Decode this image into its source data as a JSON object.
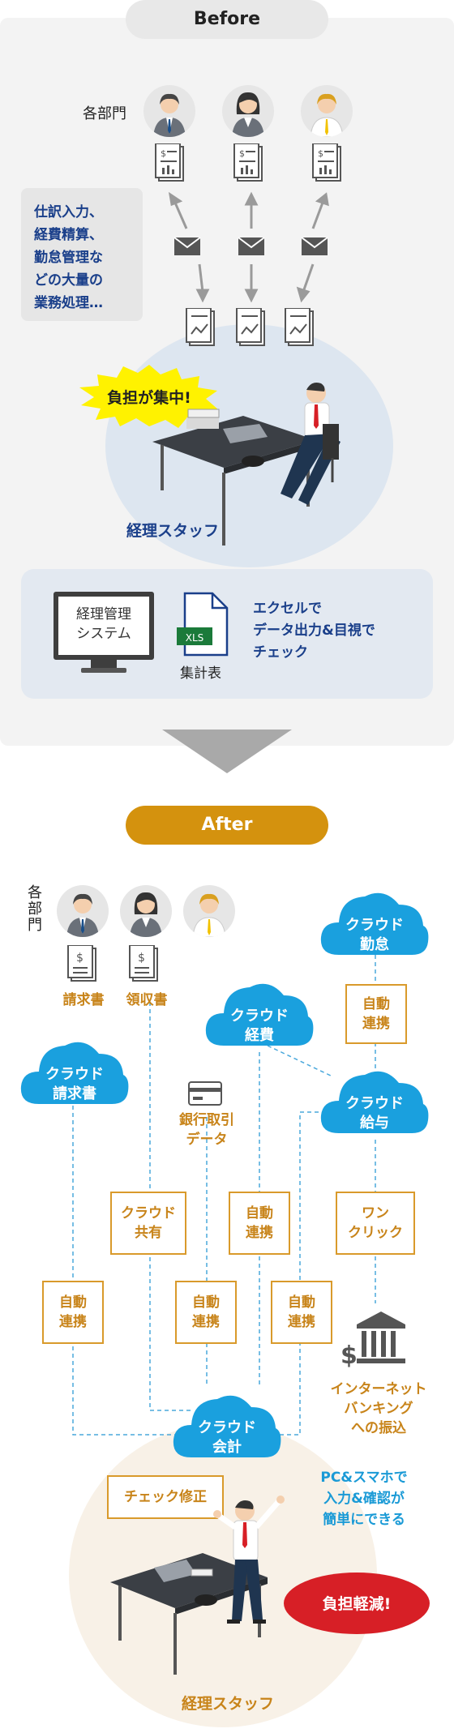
{
  "before": {
    "pill_label": "Before",
    "dept_label": "各部門",
    "task_note": "仕訳入力、\n経費精算、\n勤怠管理な\nどの大量の\n業務処理…",
    "burden_label": "負担が集中!",
    "staff_label": "経理スタッフ",
    "system_label": "経理管理\nシステム",
    "xls_badge": "XLS",
    "summary_label": "集計表",
    "excel_note": "エクセルで\nデータ出力&目視で\nチェック"
  },
  "after": {
    "pill_label": "After",
    "dept_label": "各\n部\n門",
    "invoice_label": "請求書",
    "receipt_label": "領収書",
    "bank_data_label": "銀行取引\nデータ",
    "clouds": {
      "attendance": "クラウド\n勤怠",
      "expense": "クラウド\n経費",
      "invoice": "クラウド\n請求書",
      "payroll": "クラウド\n給与",
      "accounting": "クラウド\n会計"
    },
    "boxes": {
      "auto_attendance": "自動\n連携",
      "cloud_share": "クラウド\n共有",
      "auto_expense": "自動\n連携",
      "one_click": "ワン\nクリック",
      "auto_invoice": "自動\n連携",
      "auto_bank": "自動\n連携",
      "auto_payroll": "自動\n連携",
      "check_fix": "チェック修正"
    },
    "netbank_label": "インターネット\nバンキング\nへの振込",
    "mobile_note": "PC&スマホで\n入力&確認が\n簡単にできる",
    "relief_label": "負担軽減!",
    "staff_label": "経理スタッフ"
  },
  "colors": {
    "before_pill": "#e8e8e8",
    "after_pill": "#d4920e",
    "cloud_blue": "#1aa0de",
    "orange": "#d99a2b",
    "relief_red": "#d71f26",
    "burden_yellow": "#fff200",
    "navy_text": "#1a3f8a"
  }
}
